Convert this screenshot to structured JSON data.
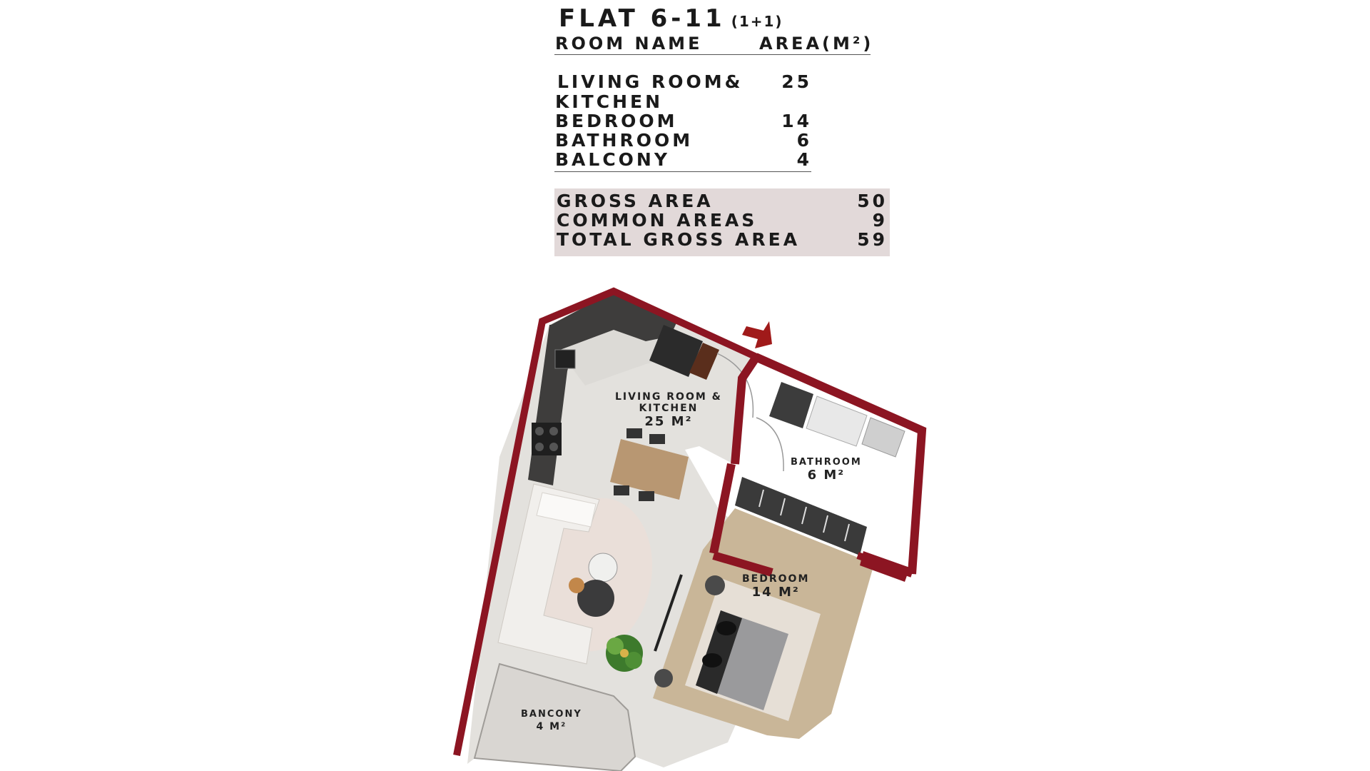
{
  "title": "FLAT 6-11",
  "subtitle": "(1+1)",
  "header": {
    "room_name": "ROOM NAME",
    "area": "AREA(M²)"
  },
  "rooms": [
    {
      "name_line1": "LIVING ROOM&",
      "name_line2": "KITCHEN",
      "area": "25"
    },
    {
      "name": "BEDROOM",
      "area": "14"
    },
    {
      "name": "BATHROOM",
      "area": "6"
    },
    {
      "name": "BALCONY",
      "area": "4"
    }
  ],
  "totals": [
    {
      "name": "GROSS AREA",
      "area": "50"
    },
    {
      "name": "COMMON AREAS",
      "area": "9"
    },
    {
      "name": "TOTAL GROSS AREA",
      "area": "59"
    }
  ],
  "plan": {
    "living": {
      "line1": "LIVING ROOM &",
      "line2": "KITCHEN",
      "area": "25 M²"
    },
    "bathroom": {
      "name": "BATHROOM",
      "area": "6 M²"
    },
    "bedroom": {
      "name": "BEDROOM",
      "area": "14 M²"
    },
    "balcony": {
      "name": "BANCONY",
      "area": "4 M²"
    }
  },
  "colors": {
    "wall": "#8c1522",
    "floor": "#e3e1dd",
    "wood": "#c9b698",
    "counter": "#3a3a3a",
    "gross_box": "#e2d9d9"
  }
}
